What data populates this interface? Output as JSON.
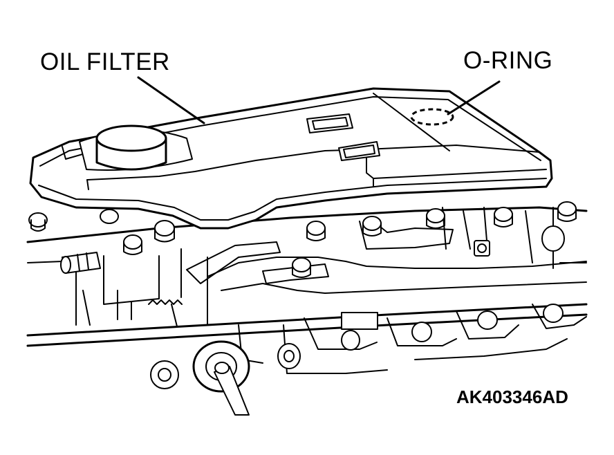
{
  "labels": {
    "oil_filter": "OIL FILTER",
    "o_ring": "O-RING"
  },
  "figure_code": "AK403346AD",
  "colors": {
    "line": "#000000",
    "background": "#ffffff"
  }
}
